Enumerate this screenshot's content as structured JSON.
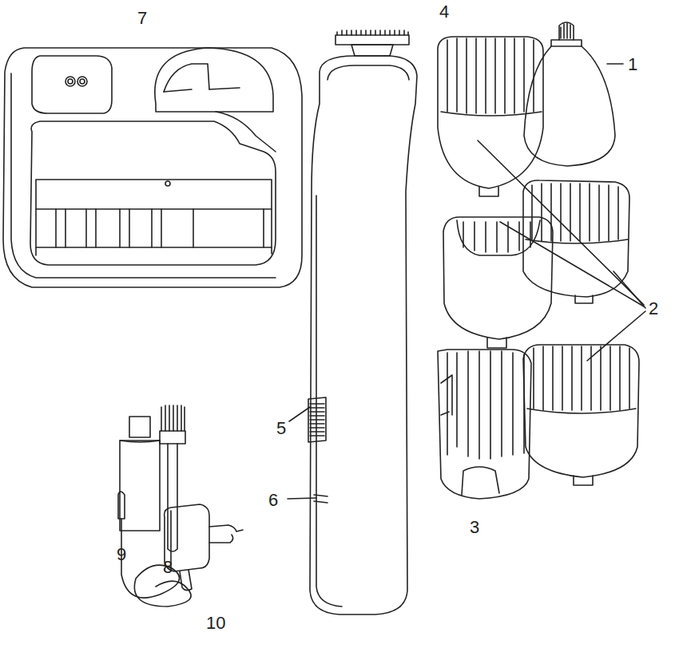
{
  "diagram": {
    "labels": [
      "7",
      "4",
      "1",
      "2",
      "5",
      "6",
      "9",
      "8",
      "10",
      "3"
    ]
  }
}
